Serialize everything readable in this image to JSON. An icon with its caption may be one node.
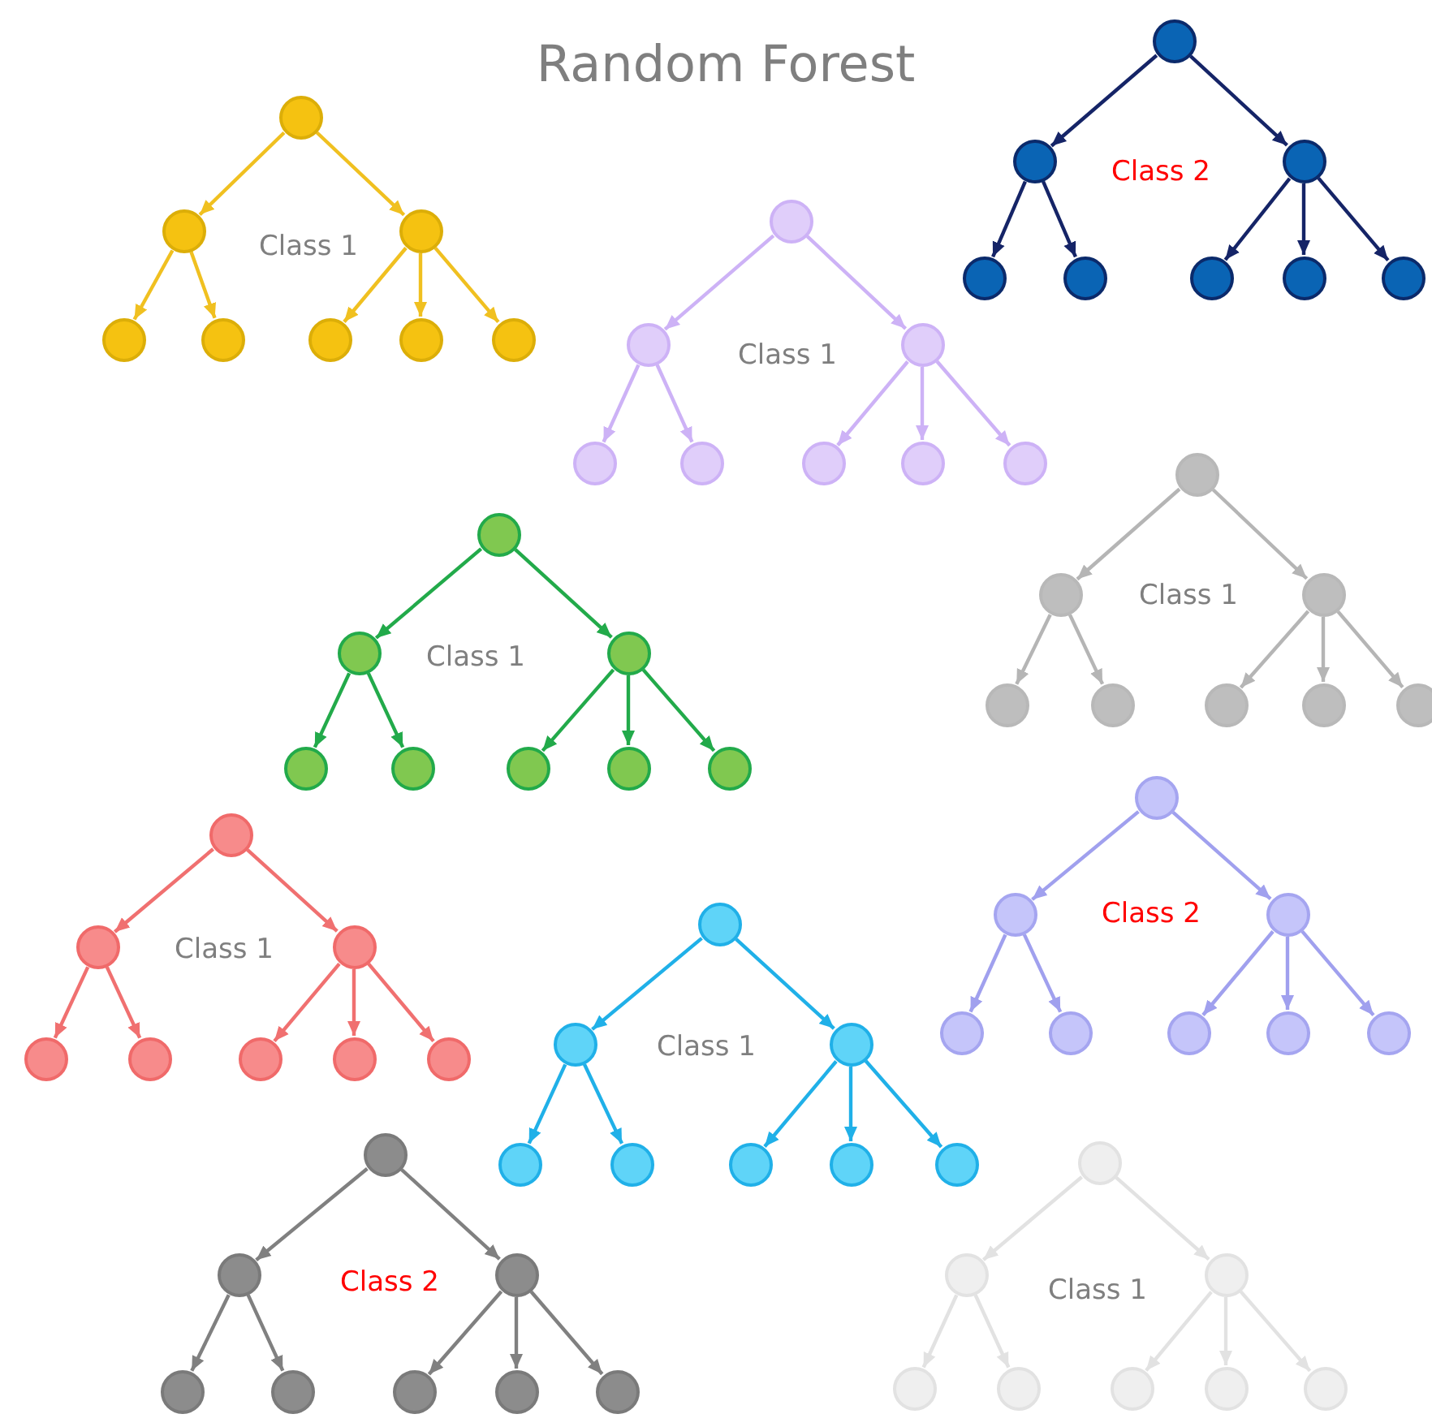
{
  "diagram": {
    "title": "Random Forest",
    "nodes": [
      {
        "text": [],
        "shape": "circle"
      },
      {
        "text": [],
        "shape": "circle"
      },
      {
        "text": [],
        "shape": "circle"
      },
      {
        "text": [],
        "shape": "circle"
      },
      {
        "text": [],
        "shape": "circle"
      },
      {
        "text": [],
        "shape": "circle"
      },
      {
        "text": [],
        "shape": "circle"
      },
      {
        "text": [],
        "shape": "circle"
      },
      {
        "text": [],
        "shape": "circle"
      },
      {
        "text": [],
        "shape": "circle"
      },
      {
        "text": [],
        "shape": "circle"
      },
      {
        "text": [],
        "shape": "circle"
      },
      {
        "text": [],
        "shape": "circle"
      },
      {
        "text": [],
        "shape": "circle"
      },
      {
        "text": [],
        "shape": "circle"
      },
      {
        "text": [],
        "shape": "circle"
      },
      {
        "text": [],
        "shape": "circle"
      },
      {
        "text": [],
        "shape": "circle"
      },
      {
        "text": [],
        "shape": "circle"
      },
      {
        "text": [],
        "shape": "circle"
      },
      {
        "text": [],
        "shape": "circle"
      },
      {
        "text": [],
        "shape": "circle"
      },
      {
        "text": [],
        "shape": "circle"
      },
      {
        "text": [],
        "shape": "circle"
      },
      {
        "text": [],
        "shape": "circle"
      },
      {
        "text": [],
        "shape": "circle"
      },
      {
        "text": [],
        "shape": "circle"
      },
      {
        "text": [],
        "shape": "circle"
      },
      {
        "text": [],
        "shape": "circle"
      },
      {
        "text": [],
        "shape": "circle"
      },
      {
        "text": [],
        "shape": "circle"
      },
      {
        "text": [],
        "shape": "circle"
      },
      {
        "text": [],
        "shape": "circle"
      },
      {
        "text": [],
        "shape": "circle"
      },
      {
        "text": [],
        "shape": "circle"
      },
      {
        "text": [],
        "shape": "circle"
      },
      {
        "text": [],
        "shape": "circle"
      },
      {
        "text": [],
        "shape": "circle"
      },
      {
        "text": [],
        "shape": "circle"
      },
      {
        "text": [],
        "shape": "circle"
      },
      {
        "text": [],
        "shape": "circle"
      },
      {
        "text": [],
        "shape": "circle"
      },
      {
        "text": [],
        "shape": "circle"
      },
      {
        "text": [],
        "shape": "circle"
      },
      {
        "text": [],
        "shape": "circle"
      },
      {
        "text": [],
        "shape": "circle"
      },
      {
        "text": [],
        "shape": "circle"
      },
      {
        "text": [],
        "shape": "circle"
      },
      {
        "text": [],
        "shape": "circle"
      },
      {
        "text": [],
        "shape": "circle"
      },
      {
        "text": [],
        "shape": "circle"
      },
      {
        "text": [],
        "shape": "circle"
      },
      {
        "text": [],
        "shape": "circle"
      },
      {
        "text": [],
        "shape": "circle"
      },
      {
        "text": [],
        "shape": "circle"
      },
      {
        "text": [],
        "shape": "circle"
      },
      {
        "text": [],
        "shape": "circle"
      },
      {
        "text": [],
        "shape": "circle"
      },
      {
        "text": [],
        "shape": "circle"
      },
      {
        "text": [],
        "shape": "circle"
      },
      {
        "text": [],
        "shape": "circle"
      },
      {
        "text": [],
        "shape": "circle"
      },
      {
        "text": [],
        "shape": "circle"
      },
      {
        "text": [],
        "shape": "circle"
      },
      {
        "text": [],
        "shape": "circle"
      },
      {
        "text": [],
        "shape": "circle"
      },
      {
        "text": [],
        "shape": "circle"
      },
      {
        "text": [],
        "shape": "circle"
      },
      {
        "text": [],
        "shape": "circle"
      },
      {
        "text": [],
        "shape": "circle"
      },
      {
        "text": [],
        "shape": "circle"
      },
      {
        "text": [],
        "shape": "circle"
      },
      {
        "text": [],
        "shape": "circle"
      },
      {
        "text": [],
        "shape": "circle"
      },
      {
        "text": [],
        "shape": "circle"
      },
      {
        "text": [],
        "shape": "circle"
      },
      {
        "text": [],
        "shape": "circle"
      },
      {
        "text": [],
        "shape": "circle"
      },
      {
        "text": [],
        "shape": "circle"
      },
      {
        "text": [],
        "shape": "circle"
      }
    ],
    "edges": [
      {
        "from": 0,
        "to": 1,
        "arrow": "to",
        "color": "#152467"
      },
      {
        "from": 0,
        "to": 2,
        "arrow": "to",
        "color": "#152467"
      },
      {
        "from": 1,
        "to": 3,
        "arrow": "to",
        "color": "#152467"
      },
      {
        "from": 1,
        "to": 4,
        "arrow": "to",
        "color": "#152467"
      },
      {
        "from": 2,
        "to": 5,
        "arrow": "to",
        "color": "#152467"
      },
      {
        "from": 2,
        "to": 6,
        "arrow": "to",
        "color": "#152467"
      },
      {
        "from": 2,
        "to": 7,
        "arrow": "to",
        "color": "#152467"
      },
      {
        "from": 8,
        "to": 9,
        "arrow": "to",
        "color": "#f0c020"
      },
      {
        "from": 8,
        "to": 10,
        "arrow": "to",
        "color": "#f0c020"
      },
      {
        "from": 9,
        "to": 11,
        "arrow": "to",
        "color": "#f0c020"
      },
      {
        "from": 9,
        "to": 12,
        "arrow": "to",
        "color": "#f0c020"
      },
      {
        "from": 10,
        "to": 13,
        "arrow": "to",
        "color": "#f0c020"
      },
      {
        "from": 10,
        "to": 14,
        "arrow": "to",
        "color": "#f0c020"
      },
      {
        "from": 10,
        "to": 15,
        "arrow": "to",
        "color": "#f0c020"
      },
      {
        "from": 16,
        "to": 17,
        "arrow": "to",
        "color": "#cdb2f6"
      },
      {
        "from": 16,
        "to": 18,
        "arrow": "to",
        "color": "#cdb2f6"
      },
      {
        "from": 17,
        "to": 19,
        "arrow": "to",
        "color": "#cdb2f6"
      },
      {
        "from": 17,
        "to": 20,
        "arrow": "to",
        "color": "#cdb2f6"
      },
      {
        "from": 18,
        "to": 21,
        "arrow": "to",
        "color": "#cdb2f6"
      },
      {
        "from": 18,
        "to": 22,
        "arrow": "to",
        "color": "#cdb2f6"
      },
      {
        "from": 18,
        "to": 23,
        "arrow": "to",
        "color": "#cdb2f6"
      },
      {
        "from": 24,
        "to": 25,
        "arrow": "to",
        "color": "#b5b5b5"
      },
      {
        "from": 24,
        "to": 26,
        "arrow": "to",
        "color": "#b5b5b5"
      },
      {
        "from": 25,
        "to": 27,
        "arrow": "to",
        "color": "#b5b5b5"
      },
      {
        "from": 25,
        "to": 28,
        "arrow": "to",
        "color": "#b5b5b5"
      },
      {
        "from": 26,
        "to": 29,
        "arrow": "to",
        "color": "#b5b5b5"
      },
      {
        "from": 26,
        "to": 30,
        "arrow": "to",
        "color": "#b5b5b5"
      },
      {
        "from": 26,
        "to": 31,
        "arrow": "to",
        "color": "#b5b5b5"
      },
      {
        "from": 32,
        "to": 33,
        "arrow": "to",
        "color": "#22aa4a"
      },
      {
        "from": 32,
        "to": 34,
        "arrow": "to",
        "color": "#22aa4a"
      },
      {
        "from": 33,
        "to": 35,
        "arrow": "to",
        "color": "#22aa4a"
      },
      {
        "from": 33,
        "to": 36,
        "arrow": "to",
        "color": "#22aa4a"
      },
      {
        "from": 34,
        "to": 37,
        "arrow": "to",
        "color": "#22aa4a"
      },
      {
        "from": 34,
        "to": 38,
        "arrow": "to",
        "color": "#22aa4a"
      },
      {
        "from": 34,
        "to": 39,
        "arrow": "to",
        "color": "#22aa4a"
      },
      {
        "from": 40,
        "to": 41,
        "arrow": "to",
        "color": "#a0a0ee"
      },
      {
        "from": 40,
        "to": 42,
        "arrow": "to",
        "color": "#a0a0ee"
      },
      {
        "from": 41,
        "to": 43,
        "arrow": "to",
        "color": "#a0a0ee"
      },
      {
        "from": 41,
        "to": 44,
        "arrow": "to",
        "color": "#a0a0ee"
      },
      {
        "from": 42,
        "to": 45,
        "arrow": "to",
        "color": "#a0a0ee"
      },
      {
        "from": 42,
        "to": 46,
        "arrow": "to",
        "color": "#a0a0ee"
      },
      {
        "from": 42,
        "to": 47,
        "arrow": "to",
        "color": "#a0a0ee"
      },
      {
        "from": 48,
        "to": 49,
        "arrow": "to",
        "color": "#f07070"
      },
      {
        "from": 48,
        "to": 50,
        "arrow": "to",
        "color": "#f07070"
      },
      {
        "from": 49,
        "to": 51,
        "arrow": "to",
        "color": "#f07070"
      },
      {
        "from": 49,
        "to": 52,
        "arrow": "to",
        "color": "#f07070"
      },
      {
        "from": 50,
        "to": 53,
        "arrow": "to",
        "color": "#f07070"
      },
      {
        "from": 50,
        "to": 54,
        "arrow": "to",
        "color": "#f07070"
      },
      {
        "from": 50,
        "to": 55,
        "arrow": "to",
        "color": "#f07070"
      },
      {
        "from": 56,
        "to": 57,
        "arrow": "to",
        "color": "#20b0e8"
      },
      {
        "from": 56,
        "to": 58,
        "arrow": "to",
        "color": "#20b0e8"
      },
      {
        "from": 57,
        "to": 59,
        "arrow": "to",
        "color": "#20b0e8"
      },
      {
        "from": 57,
        "to": 60,
        "arrow": "to",
        "color": "#20b0e8"
      },
      {
        "from": 58,
        "to": 61,
        "arrow": "to",
        "color": "#20b0e8"
      },
      {
        "from": 58,
        "to": 62,
        "arrow": "to",
        "color": "#20b0e8"
      },
      {
        "from": 58,
        "to": 63,
        "arrow": "to",
        "color": "#20b0e8"
      },
      {
        "from": 64,
        "to": 65,
        "arrow": "to",
        "color": "#808080"
      },
      {
        "from": 64,
        "to": 66,
        "arrow": "to",
        "color": "#808080"
      },
      {
        "from": 65,
        "to": 67,
        "arrow": "to",
        "color": "#808080"
      },
      {
        "from": 65,
        "to": 68,
        "arrow": "to",
        "color": "#808080"
      },
      {
        "from": 66,
        "to": 69,
        "arrow": "to",
        "color": "#808080"
      },
      {
        "from": 66,
        "to": 70,
        "arrow": "to",
        "color": "#808080"
      },
      {
        "from": 66,
        "to": 71,
        "arrow": "to",
        "color": "#808080"
      },
      {
        "from": 72,
        "to": 73,
        "arrow": "to",
        "color": "#e2e2e2"
      },
      {
        "from": 72,
        "to": 74,
        "arrow": "to",
        "color": "#e2e2e2"
      },
      {
        "from": 73,
        "to": 75,
        "arrow": "to",
        "color": "#e2e2e2"
      },
      {
        "from": 73,
        "to": 76,
        "arrow": "to",
        "color": "#e2e2e2"
      },
      {
        "from": 74,
        "to": 77,
        "arrow": "to",
        "color": "#e2e2e2"
      },
      {
        "from": 74,
        "to": 78,
        "arrow": "to",
        "color": "#e2e2e2"
      },
      {
        "from": 74,
        "to": 79,
        "arrow": "to",
        "color": "#e2e2e2"
      }
    ],
    "labels": [
      "Class 2",
      "Class 1",
      "Class 1",
      "Class 1",
      "Class 1",
      "Class 2",
      "Class 1",
      "Class 1",
      "Class 2",
      "Class 1"
    ]
  }
}
